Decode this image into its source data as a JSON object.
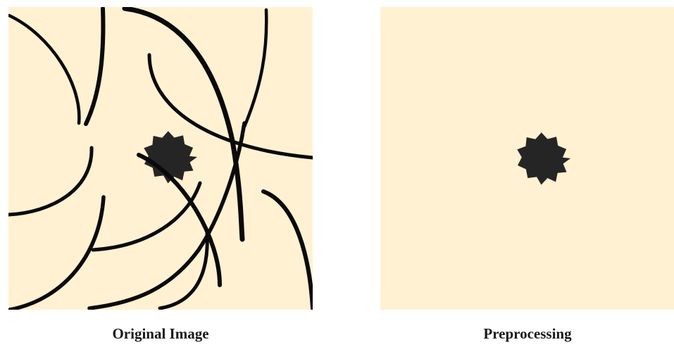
{
  "panels": [
    {
      "caption": "Original Image",
      "contains": [
        "star-blob",
        "hair-strokes"
      ]
    },
    {
      "caption": "Preprocessing",
      "contains": [
        "star-blob"
      ]
    }
  ],
  "colors": {
    "background": "#fff1d2",
    "blob": "#252525",
    "hair": "#0a0a0a",
    "caption": "#1a1a1a"
  }
}
